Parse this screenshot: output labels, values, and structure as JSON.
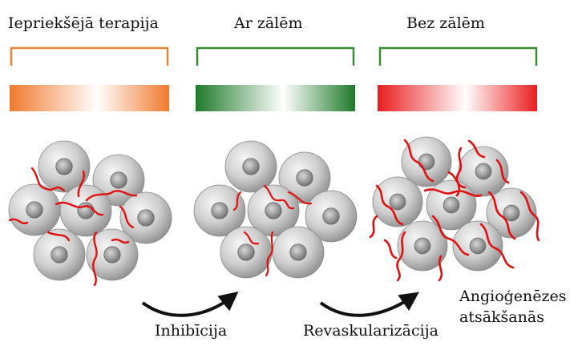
{
  "panels": [
    {
      "title": "Iepriekšējā terapija",
      "bracket_color": "#e8823a",
      "gradient": [
        "#f07a2e",
        "#ffffff",
        "#f07a2e"
      ]
    },
    {
      "title": "Ar zālēm",
      "bracket_color": "#3a8a3a",
      "gradient": [
        "#1f7a2a",
        "#ffffff",
        "#1f7a2a"
      ]
    },
    {
      "title": "Bez zālēm",
      "bracket_color": "#3a8a3a",
      "gradient": [
        "#e81e1e",
        "#ffffff",
        "#e81e1e"
      ]
    }
  ],
  "arrows": [
    {
      "label": "Inhibīcija"
    },
    {
      "label": "Revaskularizācija"
    }
  ],
  "annotation": {
    "line1": "Angioģenēzes",
    "line2": "atsākšanās"
  },
  "colors": {
    "vessel": "#e01010",
    "cell_light": "#f4f4f4",
    "cell_dark": "#9a9a9a",
    "nucleus": "#8c8c8c",
    "arrow": "#111111"
  },
  "icons": [
    "tumor-cell-cluster",
    "blood-vessel",
    "curved-arrow"
  ]
}
